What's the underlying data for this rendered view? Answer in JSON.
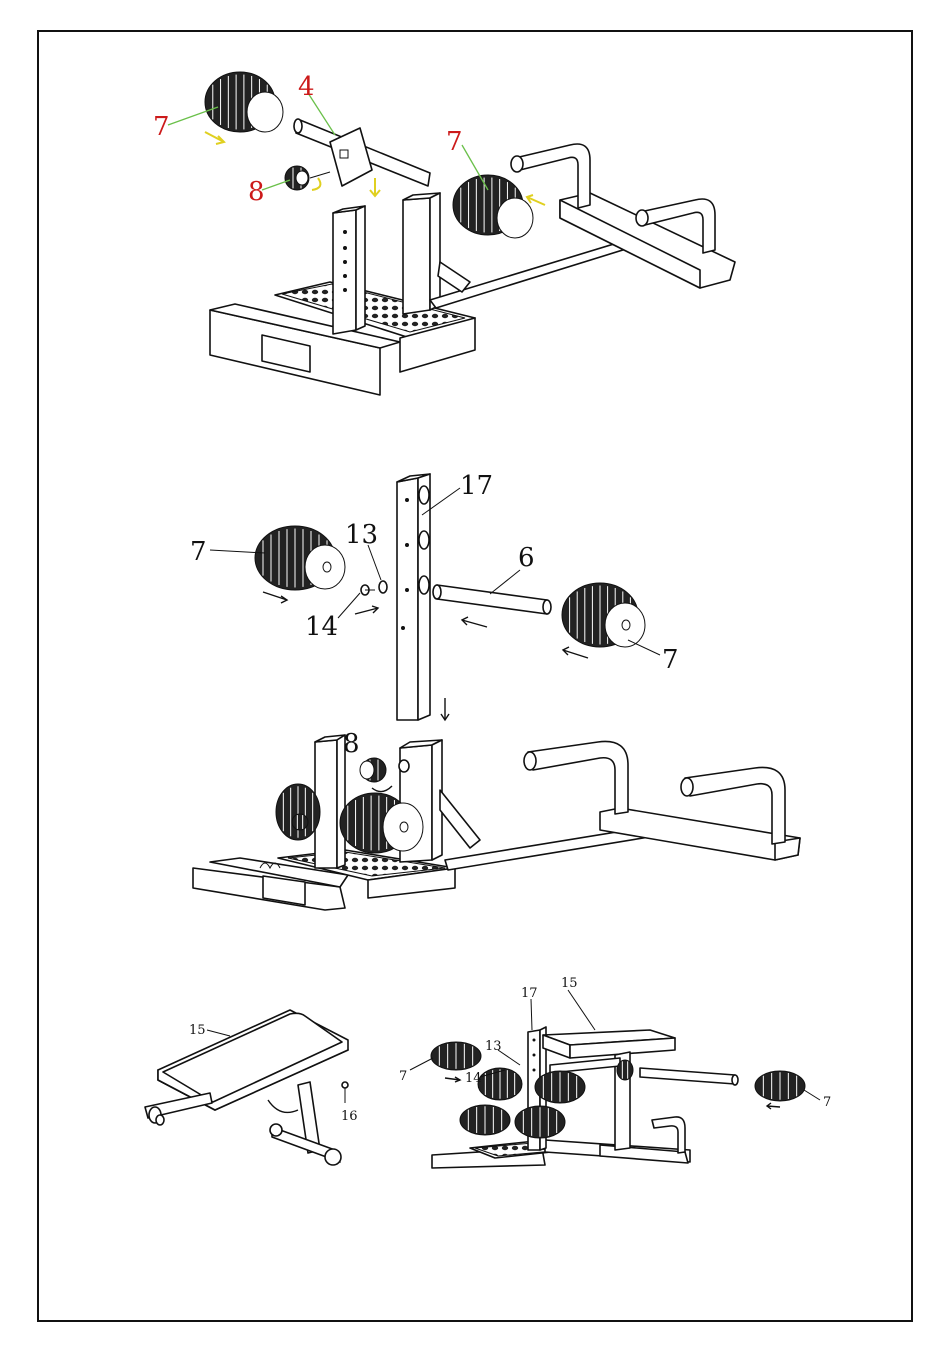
{
  "diagram": {
    "step1": {
      "labels": [
        "7",
        "4",
        "7",
        "8"
      ]
    },
    "step2": {
      "labels": [
        "17",
        "13",
        "7",
        "6",
        "14",
        "7",
        "8"
      ]
    },
    "step3": {
      "labels": [
        "15",
        "16",
        "17",
        "15",
        "13",
        "7",
        "14",
        "7"
      ]
    }
  },
  "colors": {
    "label_red": "#cc1a1a",
    "leader_green": "#6ac04a",
    "arrow_yellow": "#e0d020",
    "ink": "#111111"
  }
}
